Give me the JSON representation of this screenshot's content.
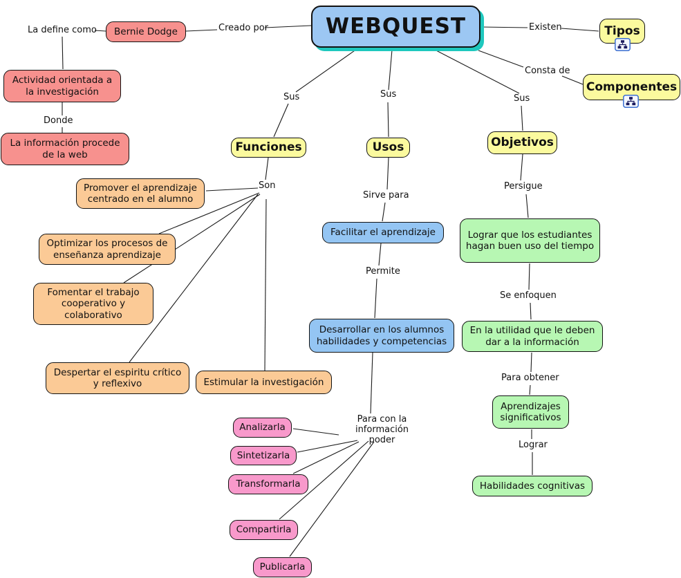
{
  "diagram": {
    "type": "concept-map",
    "background": "#ffffff",
    "line_color": "#1a1a1a"
  },
  "palette": {
    "root_fill": "#9cc7f3",
    "root_shadow": "#1fc8be",
    "salmon": "#f7918e",
    "yellow": "#fbfa9e",
    "orange": "#fbca96",
    "blue": "#94c5f3",
    "green": "#b7f7b3",
    "pink": "#f899cb"
  },
  "root": {
    "label": "WEBQUEST"
  },
  "nodes": {
    "bernie_dodge": {
      "label": "Bernie Dodge",
      "color": "salmon"
    },
    "actividad": {
      "label": "Actividad orientada a la investigación",
      "color": "salmon"
    },
    "info_web": {
      "label": "La información procede de la web",
      "color": "salmon"
    },
    "tipos": {
      "label": "Tipos",
      "color": "yellow",
      "icon": "concept-map-resource-icon"
    },
    "componentes": {
      "label": "Componentes",
      "color": "yellow",
      "icon": "concept-map-resource-icon"
    },
    "funciones": {
      "label": "Funciones",
      "color": "yellow"
    },
    "usos": {
      "label": "Usos",
      "color": "yellow"
    },
    "objetivos": {
      "label": "Objetivos",
      "color": "yellow"
    },
    "promover": {
      "label": "Promover el aprendizaje centrado en el alumno",
      "color": "orange"
    },
    "optimizar": {
      "label": "Optimizar los procesos de enseñanza aprendizaje",
      "color": "orange"
    },
    "fomentar": {
      "label": "Fomentar el trabajo cooperativo y colaborativo",
      "color": "orange"
    },
    "despertar": {
      "label": "Despertar el espiritu crítico y reflexivo",
      "color": "orange"
    },
    "estimular": {
      "label": "Estimular la investigación",
      "color": "orange"
    },
    "facilitar": {
      "label": "Facilitar el aprendizaje",
      "color": "blue"
    },
    "desarrollar": {
      "label": "Desarrollar en los alumnos habilidades y competencias",
      "color": "blue"
    },
    "lograr_estudiantes": {
      "label": "Lograr que los estudiantes hagan buen uso del tiempo",
      "color": "green"
    },
    "utilidad": {
      "label": "En la utilidad que le deben dar a la información",
      "color": "green"
    },
    "aprendizajes": {
      "label": "Aprendizajes significativos",
      "color": "green"
    },
    "habilidades": {
      "label": "Habilidades cognitivas",
      "color": "green"
    },
    "analizarla": {
      "label": "Analizarla",
      "color": "pink"
    },
    "sintetizarla": {
      "label": "Sintetizarla",
      "color": "pink"
    },
    "transformarla": {
      "label": "Transformarla",
      "color": "pink"
    },
    "compartirla": {
      "label": "Compartirla",
      "color": "pink"
    },
    "publicarla": {
      "label": "Publicarla",
      "color": "pink"
    }
  },
  "links": {
    "la_define_como": "La define como",
    "creado_por": "Creado por",
    "existen": "Existen",
    "consta_de": "Consta de",
    "donde": "Donde",
    "sus_funciones": "Sus",
    "sus_usos": "Sus",
    "sus_objetivos": "Sus",
    "son": "Son",
    "sirve_para": "Sirve para",
    "permite": "Permite",
    "para_con_la_informacion": "Para con la\ninformación poder",
    "persigue": "Persigue",
    "se_enfoquen": "Se enfoquen",
    "para_obtener": "Para obtener",
    "lograr": "Lograr"
  }
}
